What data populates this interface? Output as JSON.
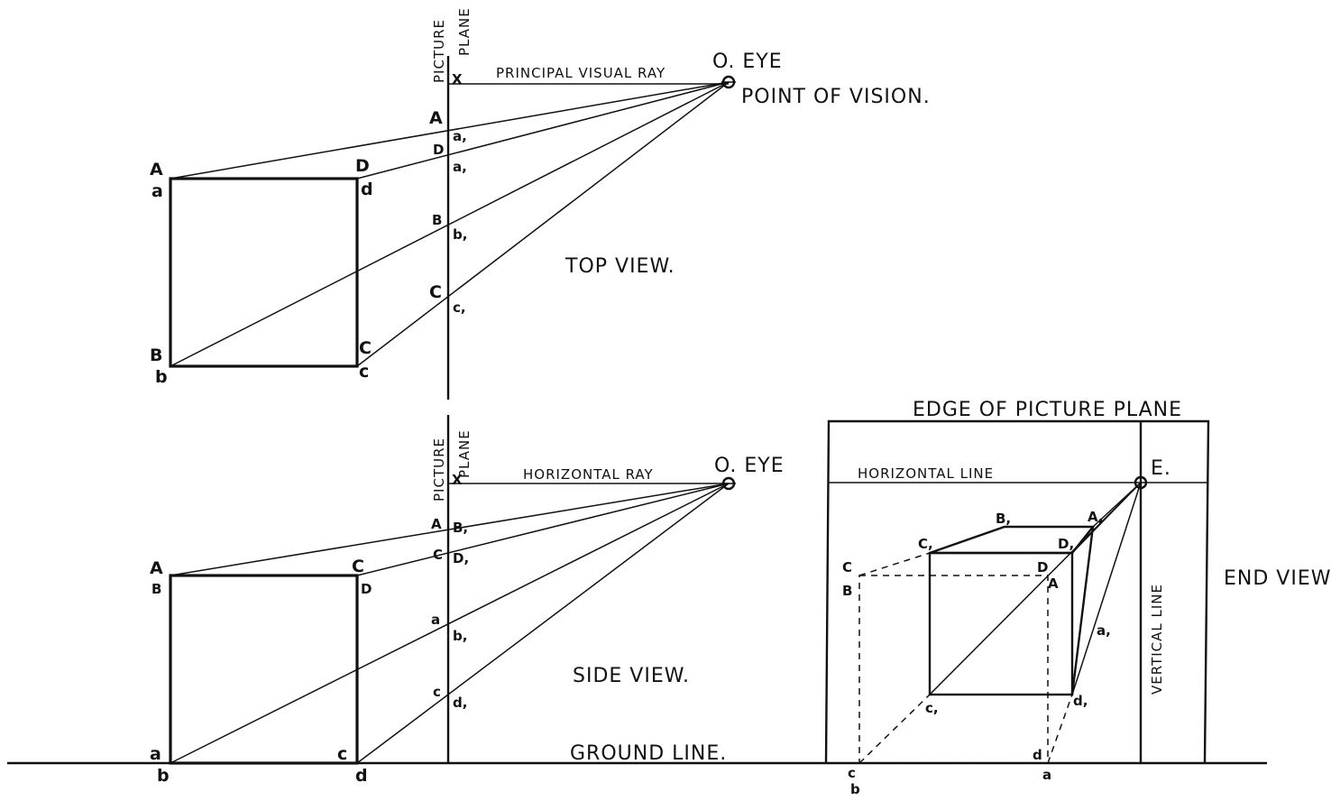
{
  "top_view": {
    "plane_label_1": "PICTURE",
    "plane_label_2": "PLANE",
    "x_label": "X",
    "ray_label": "PRINCIPAL VISUAL RAY",
    "eye_label": "O. EYE",
    "point_label": "POINT OF VISION.",
    "caption": "TOP VIEW.",
    "corners": {
      "A": "A",
      "a": "a",
      "D": "D",
      "d": "d",
      "B": "B",
      "b": "b",
      "C": "C",
      "c": "c"
    },
    "plane_points": {
      "A": "A",
      "a1": "a,",
      "D": "D",
      "d1": "a,",
      "B": "B",
      "b1": "b,",
      "C": "C",
      "c1": "c,"
    }
  },
  "side_view": {
    "plane_label_1": "PICTURE",
    "plane_label_2": "PLANE",
    "x_label": "X",
    "ray_label": "HORIZONTAL RAY",
    "eye_label": "O. EYE",
    "caption": "SIDE VIEW.",
    "ground_label": "GROUND LINE.",
    "corners": {
      "A": "A",
      "B": "B",
      "C": "C",
      "D": "D",
      "a": "a",
      "b": "b",
      "c": "c",
      "d": "d"
    },
    "plane_points": {
      "A": "A",
      "B1": "B,",
      "C": "C",
      "D1": "D,",
      "a": "a",
      "b1": "b,",
      "c": "c",
      "d1": "d,"
    }
  },
  "end_view": {
    "edge_label": "EDGE OF PICTURE PLANE",
    "horizontal_label": "HORIZONTAL LINE",
    "vertical_label": "VERTICAL LINE",
    "eye_label": "E.",
    "caption": "END VIEW",
    "corners": {
      "B1": "B,",
      "A1": "A,",
      "C1": "C,",
      "D1": "D,",
      "C": "C",
      "B": "B",
      "D": "D",
      "A": "A",
      "a1": "a,",
      "c1": "c,",
      "d1": "d,",
      "d": "d",
      "a": "a",
      "c": "c",
      "b": "b"
    }
  }
}
